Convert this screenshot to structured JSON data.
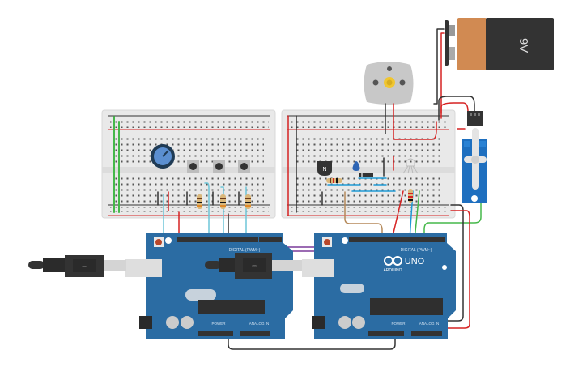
{
  "title": "Arduino circuit: two Arduino UNO boards, breadboards, potentiometer, push buttons, DC motor, servo and 9V battery",
  "battery": {
    "label": "9V",
    "body_color": "#333333",
    "cap_color": "#d18a52"
  },
  "arduino_left": {
    "digital_label": "DIGITAL (PWM~)",
    "power_label": "POWER",
    "analog_label": "ANALOG IN",
    "board_color": "#2b6ca3"
  },
  "arduino_right": {
    "digital_label": "DIGITAL (PWM~)",
    "power_label": "POWER",
    "analog_label": "ANALOG IN",
    "logo_text": "ARDUINO",
    "model_text": "UNO",
    "board_color": "#2b6ca3"
  },
  "transistor": {
    "label": "N"
  },
  "wire_colors": {
    "red": "#d62222",
    "black": "#333333",
    "green": "#45b84a",
    "cyan": "#6ec6d8",
    "blue": "#1f9ad6",
    "purple": "#7a3a9a",
    "brown": "#b5895a"
  }
}
